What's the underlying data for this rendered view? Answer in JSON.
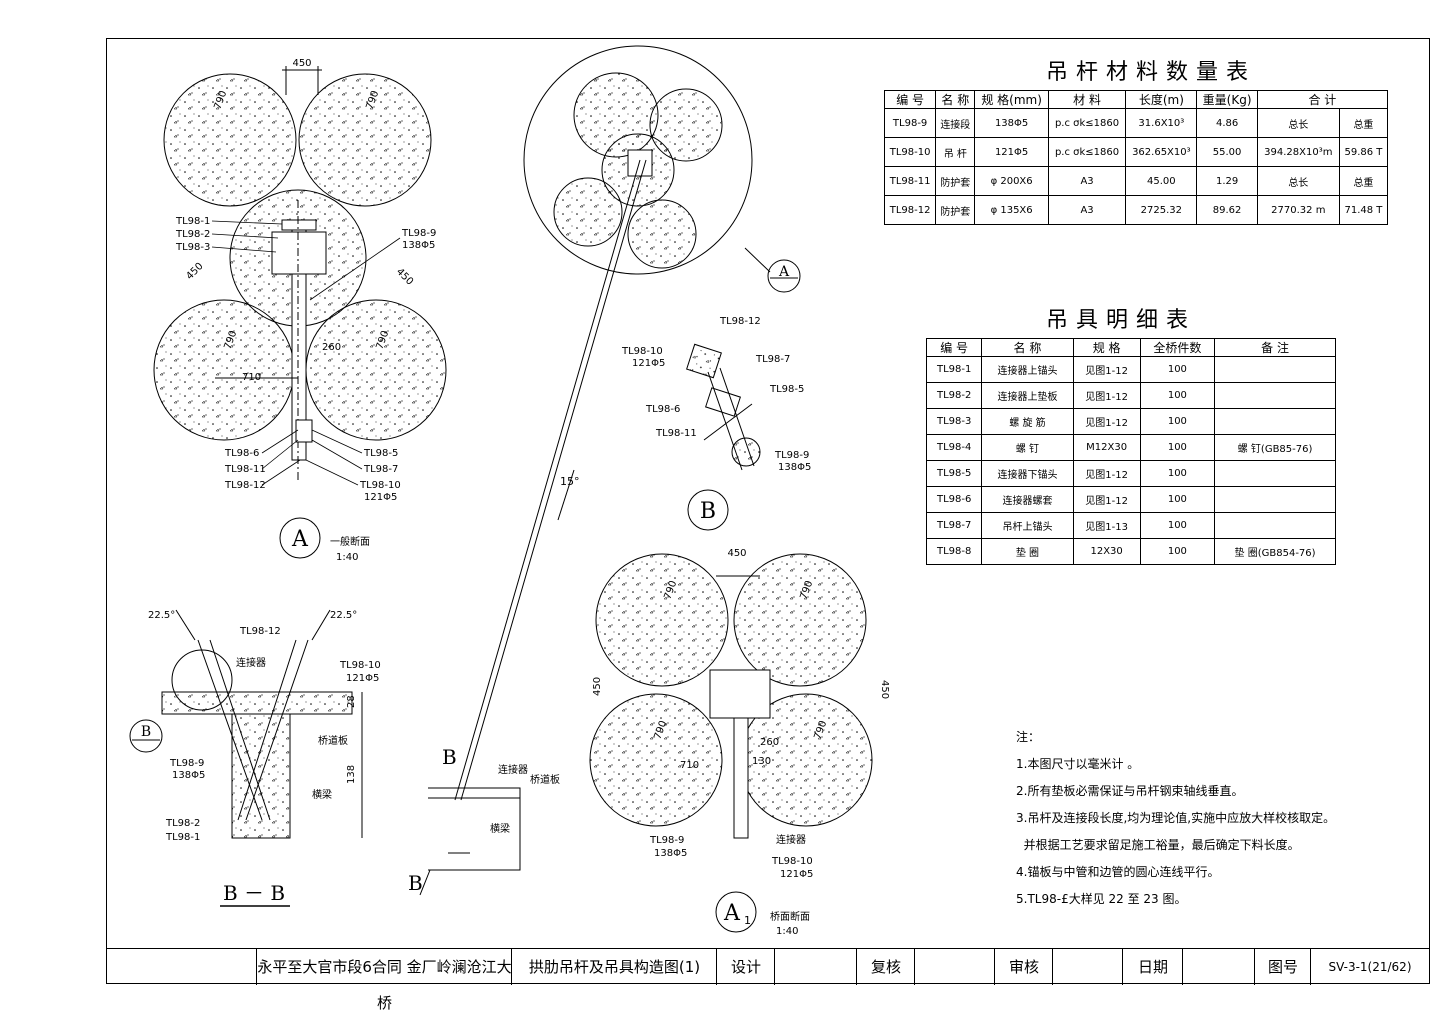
{
  "drawing": {
    "title_project": "永平至大官市段6合同 金厂岭澜沧江大桥",
    "title_drawing": "拱肋吊杆及吊具构造图(1)",
    "design": "设计",
    "check": "复核",
    "approve": "审核",
    "date": "日期",
    "dwg_no_label": "图号",
    "dwg_no": "SV-3-1(21/62)"
  },
  "table1": {
    "title": "吊杆材料数量表",
    "headers": [
      "编 号",
      "名 称",
      "规 格(mm)",
      "材 料",
      "长度(m)",
      "重量(Kg)",
      "合 计"
    ],
    "rows": [
      [
        "TL98-9",
        "连接段",
        "138Φ5",
        "p.c σk≤1860",
        "31.6X10³",
        "4.86",
        "总长",
        "总重"
      ],
      [
        "TL98-10",
        "吊 杆",
        "121Φ5",
        "p.c σk≤1860",
        "362.65X10³",
        "55.00",
        "394.28X10³m",
        "59.86 T"
      ],
      [
        "TL98-11",
        "防护套",
        "φ 200X6",
        "A3",
        "45.00",
        "1.29",
        "总长",
        "总重"
      ],
      [
        "TL98-12",
        "防护套",
        "φ 135X6",
        "A3",
        "2725.32",
        "89.62",
        "2770.32 m",
        "71.48 T"
      ]
    ]
  },
  "table2": {
    "title": "吊具明细表",
    "headers": [
      "编 号",
      "名 称",
      "规 格",
      "全桥件数",
      "备 注"
    ],
    "rows": [
      [
        "TL98-1",
        "连接器上锚头",
        "见图1-12",
        "100",
        ""
      ],
      [
        "TL98-2",
        "连接器上垫板",
        "见图1-12",
        "100",
        ""
      ],
      [
        "TL98-3",
        "螺 旋 筋",
        "见图1-12",
        "100",
        ""
      ],
      [
        "TL98-4",
        "螺 钉",
        "M12X30",
        "100",
        "螺 钉(GB85-76)"
      ],
      [
        "TL98-5",
        "连接器下锚头",
        "见图1-12",
        "100",
        ""
      ],
      [
        "TL98-6",
        "连接器螺套",
        "见图1-12",
        "100",
        ""
      ],
      [
        "TL98-7",
        "吊杆上锚头",
        "见图1-13",
        "100",
        ""
      ],
      [
        "TL98-8",
        "垫 圈",
        "12X30",
        "100",
        "垫 圈(GB854-76)"
      ]
    ]
  },
  "notes": {
    "title": "注：",
    "items": [
      "1.本图尺寸以毫米计 。",
      "2.所有垫板必需保证与吊杆钢束轴线垂直。",
      "3.吊杆及连接段长度,均为理论值,实施中应放大样校核取定。",
      "  并根据工艺要求留足施工裕量，最后确定下料长度。",
      "4.锚板与中管和边管的圆心连线平行。",
      "5.TL98-£大样见 22 至 23 图。"
    ]
  },
  "labels": {
    "d450": "450",
    "d790": "790",
    "d710": "710",
    "d260": "260",
    "d130": "130",
    "d28": "28",
    "d138": "138",
    "tl1": "TL98-1",
    "tl2": "TL98-2",
    "tl3": "TL98-3",
    "tl5": "TL98-5",
    "tl6": "TL98-6",
    "tl7": "TL98-7",
    "tl9": "TL98-9",
    "tl10": "TL98-10",
    "tl11": "TL98-11",
    "tl12": "TL98-12",
    "s138": "138Φ5",
    "s121": "121Φ5",
    "secA": "A",
    "secA_cap": "一般断面",
    "scale": "1:40",
    "secA1": "A",
    "secA1_sub": "1",
    "secA1_cap": "桥面断面",
    "secB": "B",
    "secBB": "B － B",
    "connector": "连接器",
    "deck": "桥道板",
    "beam": "横梁",
    "ang15": "15°",
    "ang225": "22.5°"
  }
}
